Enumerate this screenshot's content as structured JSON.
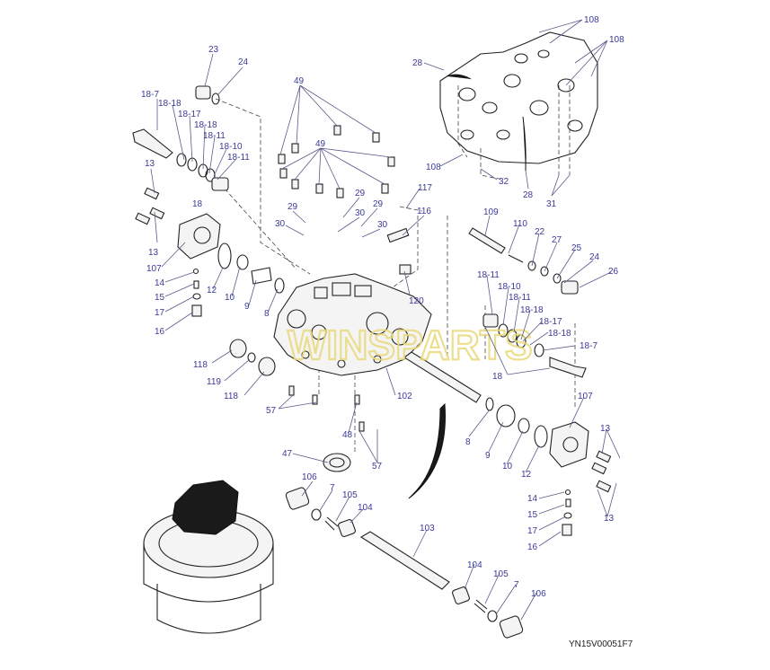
{
  "diagram": {
    "reference_code": "YN15V00051F7",
    "watermark": "WINSPARTS",
    "callouts": [
      {
        "id": "c23",
        "text": "23"
      },
      {
        "id": "c24",
        "text": "24"
      },
      {
        "id": "c18-7",
        "text": "18-7"
      },
      {
        "id": "c18-18",
        "text": "18-18"
      },
      {
        "id": "c18-17",
        "text": "18-17"
      },
      {
        "id": "c18-18b",
        "text": "18-18"
      },
      {
        "id": "c18-11",
        "text": "18-11"
      },
      {
        "id": "c18-10",
        "text": "18-10"
      },
      {
        "id": "c18-11b",
        "text": "18-11"
      },
      {
        "id": "c13",
        "text": "13"
      },
      {
        "id": "c18",
        "text": "18"
      },
      {
        "id": "c13b",
        "text": "13"
      },
      {
        "id": "c107",
        "text": "107"
      },
      {
        "id": "c14",
        "text": "14"
      },
      {
        "id": "c15",
        "text": "15"
      },
      {
        "id": "c17",
        "text": "17"
      },
      {
        "id": "c16",
        "text": "16"
      },
      {
        "id": "c12",
        "text": "12"
      },
      {
        "id": "c10",
        "text": "10"
      },
      {
        "id": "c9",
        "text": "9"
      },
      {
        "id": "c8",
        "text": "8"
      },
      {
        "id": "c49",
        "text": "49"
      },
      {
        "id": "c49b",
        "text": "49"
      },
      {
        "id": "c29",
        "text": "29"
      },
      {
        "id": "c30",
        "text": "30"
      },
      {
        "id": "c29b",
        "text": "29"
      },
      {
        "id": "c30b",
        "text": "30"
      },
      {
        "id": "c29c",
        "text": "29"
      },
      {
        "id": "c30c",
        "text": "30"
      },
      {
        "id": "c117",
        "text": "117"
      },
      {
        "id": "c116",
        "text": "116"
      },
      {
        "id": "c120",
        "text": "120"
      },
      {
        "id": "c108",
        "text": "108"
      },
      {
        "id": "c108b",
        "text": "108"
      },
      {
        "id": "c28",
        "text": "28"
      },
      {
        "id": "c108c",
        "text": "108"
      },
      {
        "id": "c32",
        "text": "32"
      },
      {
        "id": "c28b",
        "text": "28"
      },
      {
        "id": "c31",
        "text": "31"
      },
      {
        "id": "c109",
        "text": "109"
      },
      {
        "id": "c110",
        "text": "110"
      },
      {
        "id": "c22",
        "text": "22"
      },
      {
        "id": "c27",
        "text": "27"
      },
      {
        "id": "c25",
        "text": "25"
      },
      {
        "id": "c24b",
        "text": "24"
      },
      {
        "id": "c26",
        "text": "26"
      },
      {
        "id": "c18-11c",
        "text": "18-11"
      },
      {
        "id": "c18-10b",
        "text": "18-10"
      },
      {
        "id": "c18-11d",
        "text": "18-11"
      },
      {
        "id": "c18-18c",
        "text": "18-18"
      },
      {
        "id": "c18-17b",
        "text": "18-17"
      },
      {
        "id": "c18-18d",
        "text": "18-18"
      },
      {
        "id": "c18-7b",
        "text": "18-7"
      },
      {
        "id": "c18b",
        "text": "18"
      },
      {
        "id": "c118",
        "text": "118"
      },
      {
        "id": "c119",
        "text": "119"
      },
      {
        "id": "c118b",
        "text": "118"
      },
      {
        "id": "c57",
        "text": "57"
      },
      {
        "id": "c102",
        "text": "102"
      },
      {
        "id": "c48",
        "text": "48"
      },
      {
        "id": "c57b",
        "text": "57"
      },
      {
        "id": "c47",
        "text": "47"
      },
      {
        "id": "c106",
        "text": "106"
      },
      {
        "id": "c7",
        "text": "7"
      },
      {
        "id": "c105",
        "text": "105"
      },
      {
        "id": "c104",
        "text": "104"
      },
      {
        "id": "c103",
        "text": "103"
      },
      {
        "id": "c104b",
        "text": "104"
      },
      {
        "id": "c105b",
        "text": "105"
      },
      {
        "id": "c7b",
        "text": "7"
      },
      {
        "id": "c106b",
        "text": "106"
      },
      {
        "id": "c8b",
        "text": "8"
      },
      {
        "id": "c9b",
        "text": "9"
      },
      {
        "id": "c10b",
        "text": "10"
      },
      {
        "id": "c12b",
        "text": "12"
      },
      {
        "id": "c107b",
        "text": "107"
      },
      {
        "id": "c13c",
        "text": "13"
      },
      {
        "id": "c13d",
        "text": "13"
      },
      {
        "id": "c14b",
        "text": "14"
      },
      {
        "id": "c15b",
        "text": "15"
      },
      {
        "id": "c17b",
        "text": "17"
      },
      {
        "id": "c16b",
        "text": "16"
      }
    ]
  }
}
